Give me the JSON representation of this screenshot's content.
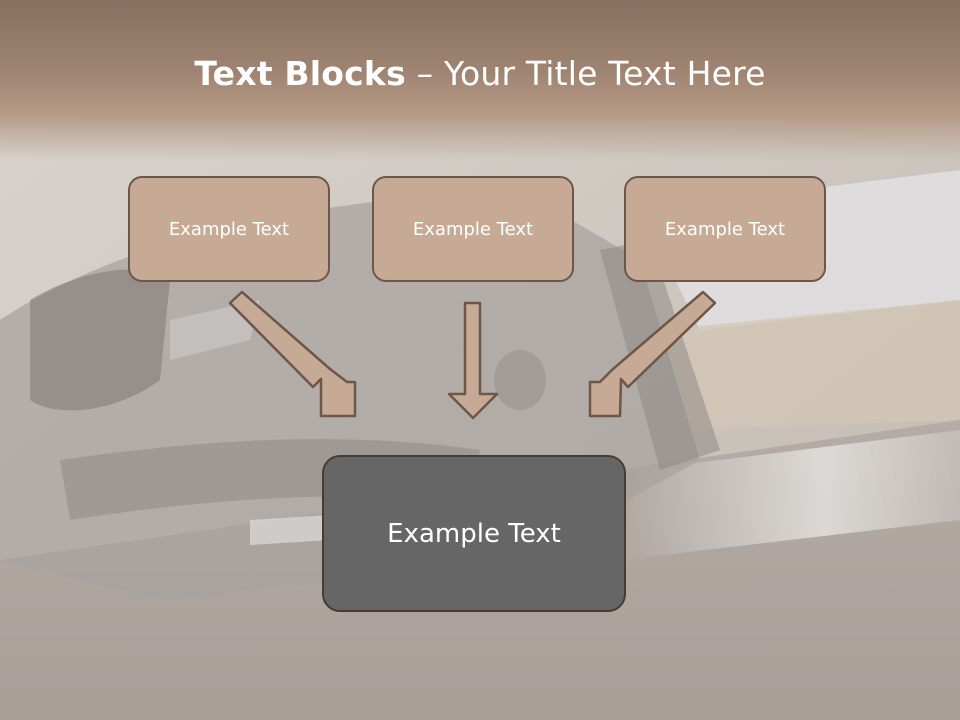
{
  "title": {
    "bold": "Text Blocks",
    "rest": " – Your Title Text Here"
  },
  "blocks": [
    {
      "label": "Example Text"
    },
    {
      "label": "Example Text"
    },
    {
      "label": "Example Text"
    }
  ],
  "target": {
    "label": "Example Text"
  },
  "colors": {
    "title_band": "#9f8471",
    "block_fill": "#c7aa95",
    "block_border": "#6e5747",
    "target_fill": "#666666",
    "arrow_fill": "#c7aa95"
  }
}
